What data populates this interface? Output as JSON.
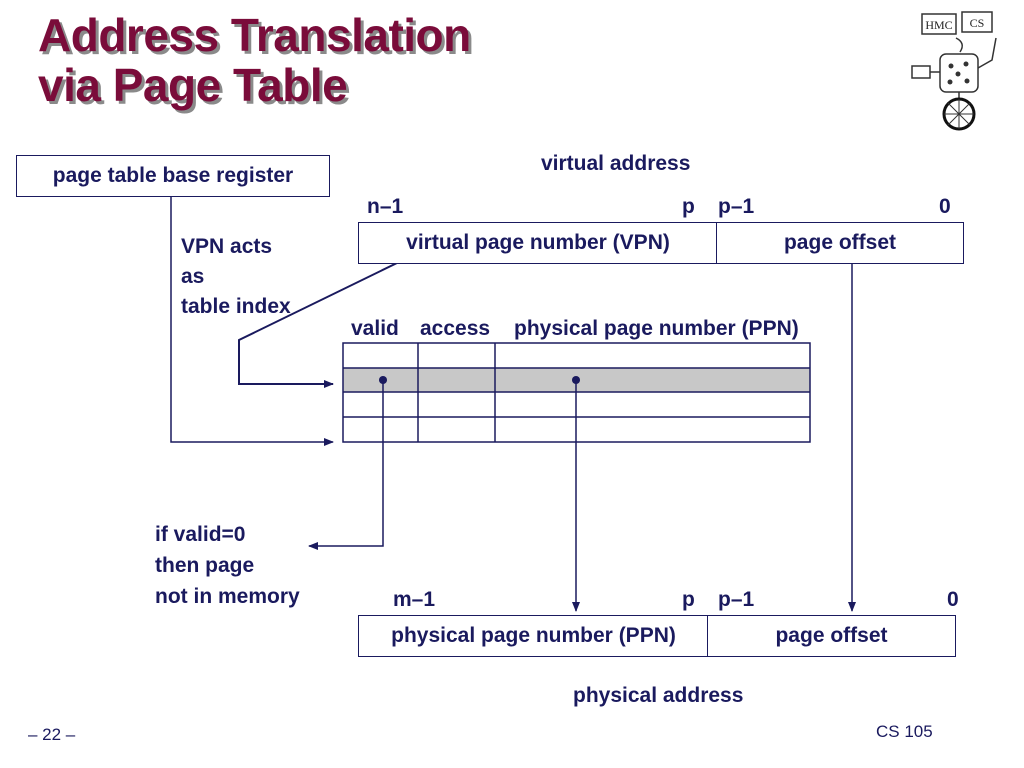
{
  "slide": {
    "title_line1": "Address Translation",
    "title_line2": "via Page Table",
    "course": "CS 105",
    "page_number": "– 22 –"
  },
  "logo": {
    "text_left": "HMC",
    "text_right": "CS"
  },
  "register": {
    "label": "page table base register"
  },
  "virtual_address": {
    "caption": "virtual address",
    "bit_n_minus_1": "n–1",
    "bit_p": "p",
    "bit_p_minus_1": "p–1",
    "bit_0": "0",
    "vpn_label": "virtual page number (VPN)",
    "offset_label": "page offset"
  },
  "vpn_note": {
    "line1": "VPN acts",
    "line2": "as",
    "line3": "table index"
  },
  "table": {
    "headers": [
      "valid",
      "access",
      "physical page number (PPN)"
    ],
    "row_count": 4,
    "highlighted_row": 1
  },
  "invalid_note": {
    "line1": "if valid=0",
    "line2": "then page",
    "line3": "not in memory"
  },
  "physical_address": {
    "caption": "physical address",
    "bit_m_minus_1": "m–1",
    "bit_p": "p",
    "bit_p_minus_1": "p–1",
    "bit_0": "0",
    "ppn_label": "physical page number (PPN)",
    "offset_label": "page offset"
  },
  "colors": {
    "title": "#7a0c3a",
    "ink": "#1a1a5e",
    "highlight": "#c8c8c8"
  }
}
